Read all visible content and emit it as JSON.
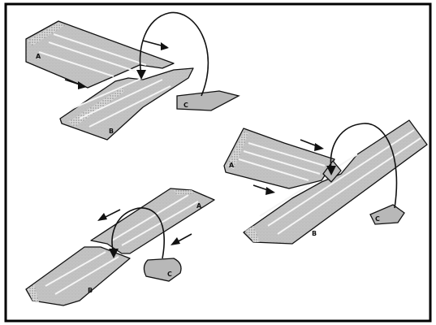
{
  "labels": {
    "a": "A",
    "b": "B",
    "c": "C"
  },
  "colors": {
    "frame": "#000000",
    "piece_fill": "#bdbdbd",
    "line": "#111111",
    "background": "#ffffff"
  }
}
